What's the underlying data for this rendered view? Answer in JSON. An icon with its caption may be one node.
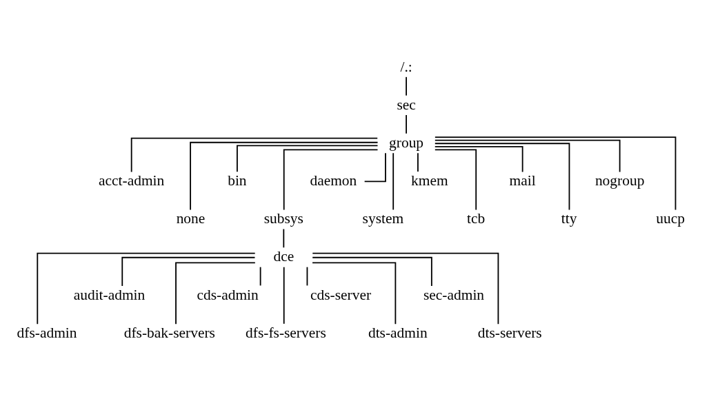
{
  "diagram": {
    "nodes": [
      {
        "text": [
          "/.:"
        ]
      },
      {
        "text": [
          "sec"
        ]
      },
      {
        "text": [
          "group"
        ]
      },
      {
        "text": [
          "acct-admin"
        ]
      },
      {
        "text": [
          "none"
        ]
      },
      {
        "text": [
          "bin"
        ]
      },
      {
        "text": [
          "subsys"
        ]
      },
      {
        "text": [
          "daemon"
        ]
      },
      {
        "text": [
          "system"
        ]
      },
      {
        "text": [
          "kmem"
        ]
      },
      {
        "text": [
          "tcb"
        ]
      },
      {
        "text": [
          "mail"
        ]
      },
      {
        "text": [
          "tty"
        ]
      },
      {
        "text": [
          "nogroup"
        ]
      },
      {
        "text": [
          "uucp"
        ]
      },
      {
        "text": [
          "dce"
        ]
      },
      {
        "text": [
          "dfs-admin"
        ]
      },
      {
        "text": [
          "audit-admin"
        ]
      },
      {
        "text": [
          "dfs-bak-servers"
        ]
      },
      {
        "text": [
          "cds-admin"
        ]
      },
      {
        "text": [
          "dfs-fs-servers"
        ]
      },
      {
        "text": [
          "cds-server"
        ]
      },
      {
        "text": [
          "dts-admin"
        ]
      },
      {
        "text": [
          "sec-admin"
        ]
      },
      {
        "text": [
          "dts-servers"
        ]
      }
    ],
    "edges": [
      {
        "from": 0,
        "to": 1,
        "arrow": "none"
      },
      {
        "from": 1,
        "to": 2,
        "arrow": "none"
      },
      {
        "from": 2,
        "to": 3,
        "arrow": "none"
      },
      {
        "from": 2,
        "to": 4,
        "arrow": "none"
      },
      {
        "from": 2,
        "to": 5,
        "arrow": "none"
      },
      {
        "from": 2,
        "to": 6,
        "arrow": "none"
      },
      {
        "from": 2,
        "to": 7,
        "arrow": "none"
      },
      {
        "from": 2,
        "to": 8,
        "arrow": "none"
      },
      {
        "from": 2,
        "to": 9,
        "arrow": "none"
      },
      {
        "from": 2,
        "to": 10,
        "arrow": "none"
      },
      {
        "from": 2,
        "to": 11,
        "arrow": "none"
      },
      {
        "from": 2,
        "to": 12,
        "arrow": "none"
      },
      {
        "from": 2,
        "to": 13,
        "arrow": "none"
      },
      {
        "from": 2,
        "to": 14,
        "arrow": "none"
      },
      {
        "from": 6,
        "to": 15,
        "arrow": "none"
      },
      {
        "from": 15,
        "to": 16,
        "arrow": "none"
      },
      {
        "from": 15,
        "to": 17,
        "arrow": "none"
      },
      {
        "from": 15,
        "to": 18,
        "arrow": "none"
      },
      {
        "from": 15,
        "to": 19,
        "arrow": "none"
      },
      {
        "from": 15,
        "to": 20,
        "arrow": "none"
      },
      {
        "from": 15,
        "to": 21,
        "arrow": "none"
      },
      {
        "from": 15,
        "to": 22,
        "arrow": "none"
      },
      {
        "from": 15,
        "to": 23,
        "arrow": "none"
      },
      {
        "from": 15,
        "to": 24,
        "arrow": "none"
      }
    ]
  }
}
